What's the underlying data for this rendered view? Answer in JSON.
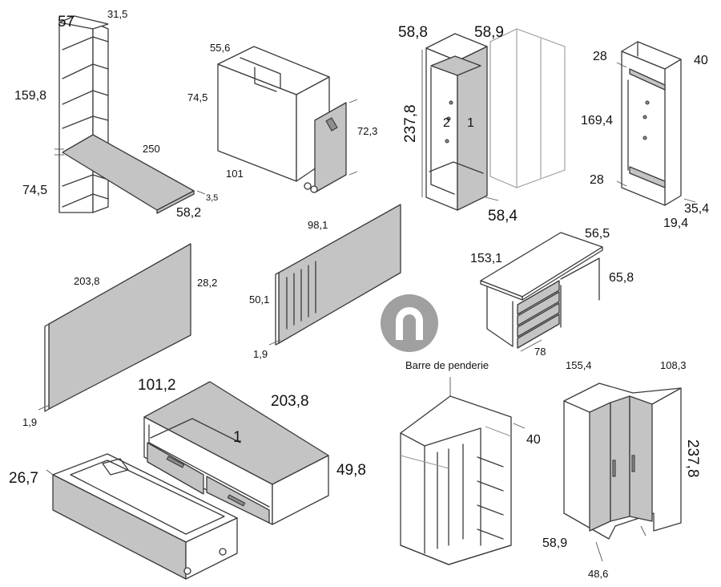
{
  "labels": {
    "shelf_57": "57",
    "shelf_31_5": "31,5",
    "shelf_159_8": "159,8",
    "shelf_250": "250",
    "shelf_74_5": "74,5",
    "shelf_3_5": "3,5",
    "shelf_58_2": "58,2",
    "cab_55_6": "55,6",
    "cab_74_5": "74,5",
    "cab_72_3": "72,3",
    "cab_101": "101",
    "wd_58_8": "58,8",
    "wd_58_9": "58,9",
    "wd_237_8": "237,8",
    "wd_num_2": "2",
    "wd_num_1": "1",
    "wd_58_4": "58,4",
    "fr_28_top": "28",
    "fr_40": "40",
    "fr_169_4": "169,4",
    "fr_28_bot": "28",
    "fr_35_4": "35,4",
    "fr_19_4": "19,4",
    "panel_203_8": "203,8",
    "panel_28_2": "28,2",
    "panel_1_9": "1,9",
    "hb_98_1": "98,1",
    "hb_50_1": "50,1",
    "hb_1_9": "1,9",
    "desk_56_5": "56,5",
    "desk_153_1": "153,1",
    "desk_65_8": "65,8",
    "desk_78": "78",
    "bed_101_2": "101,2",
    "bed_203_8": "203,8",
    "bed_num_1": "1",
    "bed_49_8": "49,8",
    "tr_26_7": "26,7",
    "barre": "Barre de penderie",
    "cw_40": "40",
    "aw_155_4": "155,4",
    "aw_108_3": "108,3",
    "aw_237_8": "237,8",
    "aw_58_9": "58,9",
    "aw_48_6": "48,6"
  },
  "colors": {
    "panel_fill": "#c4c4c4",
    "line": "#3a3a3a",
    "logo": "#a0a0a0"
  },
  "logo": {
    "icon": "magnet-logo-icon"
  }
}
